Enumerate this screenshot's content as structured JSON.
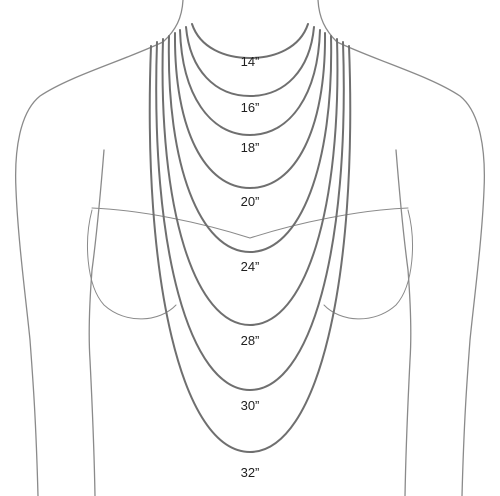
{
  "diagram": {
    "lengths": [
      {
        "label": "14”"
      },
      {
        "label": "16”"
      },
      {
        "label": "18”"
      },
      {
        "label": "20”"
      },
      {
        "label": "24”"
      },
      {
        "label": "28”"
      },
      {
        "label": "30”"
      },
      {
        "label": "32”"
      }
    ],
    "colors": {
      "body_outline": "#8a8a8a",
      "chain": "#6f6f6f",
      "label_text": "#1f1f1f",
      "background": "#ffffff"
    }
  }
}
